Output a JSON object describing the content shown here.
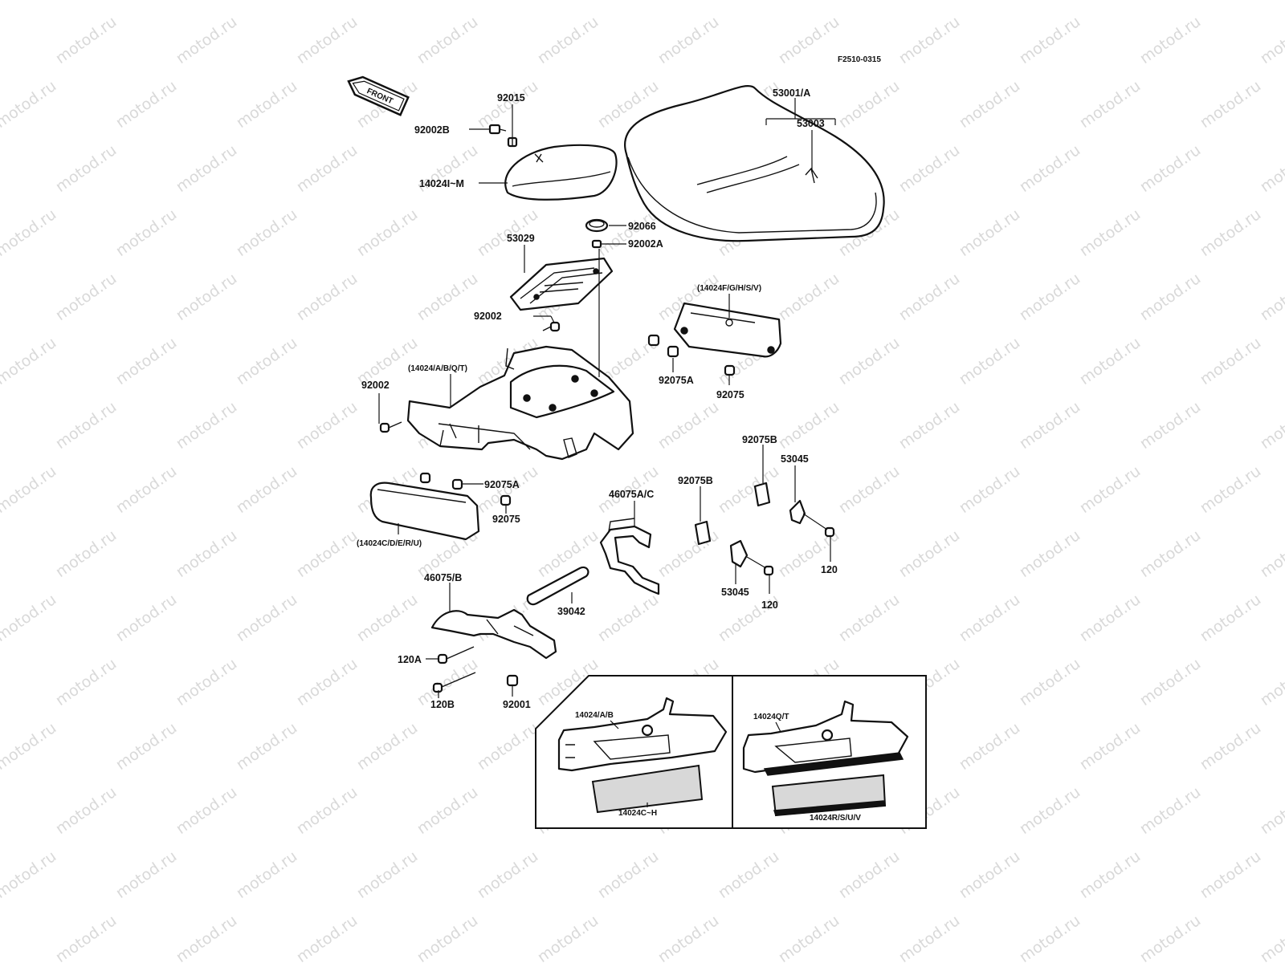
{
  "figure_code": "F2510-0315",
  "front_arrow_label": "FRONT",
  "watermark_text": "motod.ru",
  "colors": {
    "line": "#111111",
    "watermark": "#d9d9d9",
    "background": "#ffffff",
    "inset_fill": "#d8d8d8"
  },
  "parts": {
    "p92015": "92015",
    "p92002B": "92002B",
    "p14024IM": "14024I~M",
    "p53001A": "53001/A",
    "p53003": "53003",
    "p92066": "92066",
    "p92002A": "92002A",
    "p53029": "53029",
    "p14024FGHSV": "(14024F/G/H/S/V)",
    "p92002_top": "92002",
    "p14024ABQT": "(14024/A/B/Q/T)",
    "p92002_left": "92002",
    "p92075A_right": "92075A",
    "p92075_right": "92075",
    "p92075A_left": "92075A",
    "p92075_left": "92075",
    "p14024CDERU": "(14024C/D/E/R/U)",
    "p92075B_right": "92075B",
    "p53045_right": "53045",
    "p92075B_mid": "92075B",
    "p46075AC": "46075A/C",
    "p120_right": "120",
    "p53045_mid": "53045",
    "p120_mid": "120",
    "p39042": "39042",
    "p46075B": "46075/B",
    "p120A": "120A",
    "p120B": "120B",
    "p92001": "92001"
  },
  "inset": {
    "left_top": "14024/A/B",
    "left_bottom": "14024C~H",
    "right_top": "14024Q/T",
    "right_bottom": "14024R/S/U/V"
  }
}
